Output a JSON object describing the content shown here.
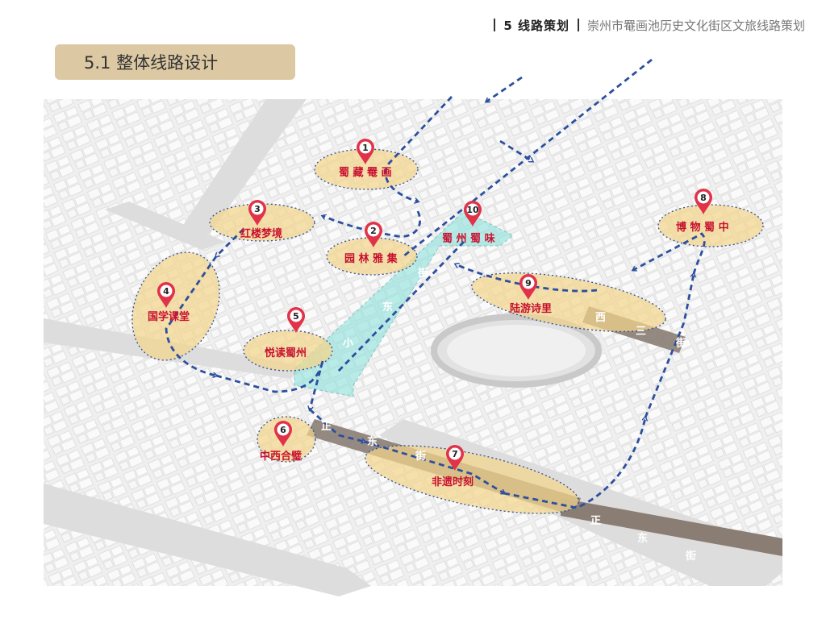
{
  "header": {
    "section": "5  线路策划",
    "subtitle": "崇州市罨画池历史文化街区文旅线路策划"
  },
  "title": "5.1  整体线路设计",
  "colors": {
    "zone_fill": "#f3d48a",
    "route": "#2c4f9e",
    "pin": "#e0334a",
    "street": "#8a7d74",
    "teal": "#8ee3dc"
  },
  "pois": [
    {
      "num": "1",
      "label": "蜀 藏 罨 画"
    },
    {
      "num": "2",
      "label": "园 林 雅 集"
    },
    {
      "num": "3",
      "label": "红楼梦境"
    },
    {
      "num": "4",
      "label": "国学课堂"
    },
    {
      "num": "5",
      "label": "悦读蜀州"
    },
    {
      "num": "6",
      "label": "中西合璧"
    },
    {
      "num": "7",
      "label": "非遗时刻"
    },
    {
      "num": "8",
      "label": "博 物 蜀 中"
    },
    {
      "num": "9",
      "label": "陆游诗里"
    },
    {
      "num": "10",
      "label": "蜀 州 蜀 味"
    }
  ],
  "streets": {
    "xiao_dong": [
      "小",
      "东",
      "街"
    ],
    "xi_san": [
      "西",
      "三",
      "街"
    ],
    "zheng_dong_a": [
      "正",
      "东",
      "街"
    ],
    "zheng_dong_b": [
      "正",
      "东",
      "街"
    ]
  },
  "icons": {
    "pin": "map-pin-icon",
    "arrow": "route-arrow-icon"
  }
}
